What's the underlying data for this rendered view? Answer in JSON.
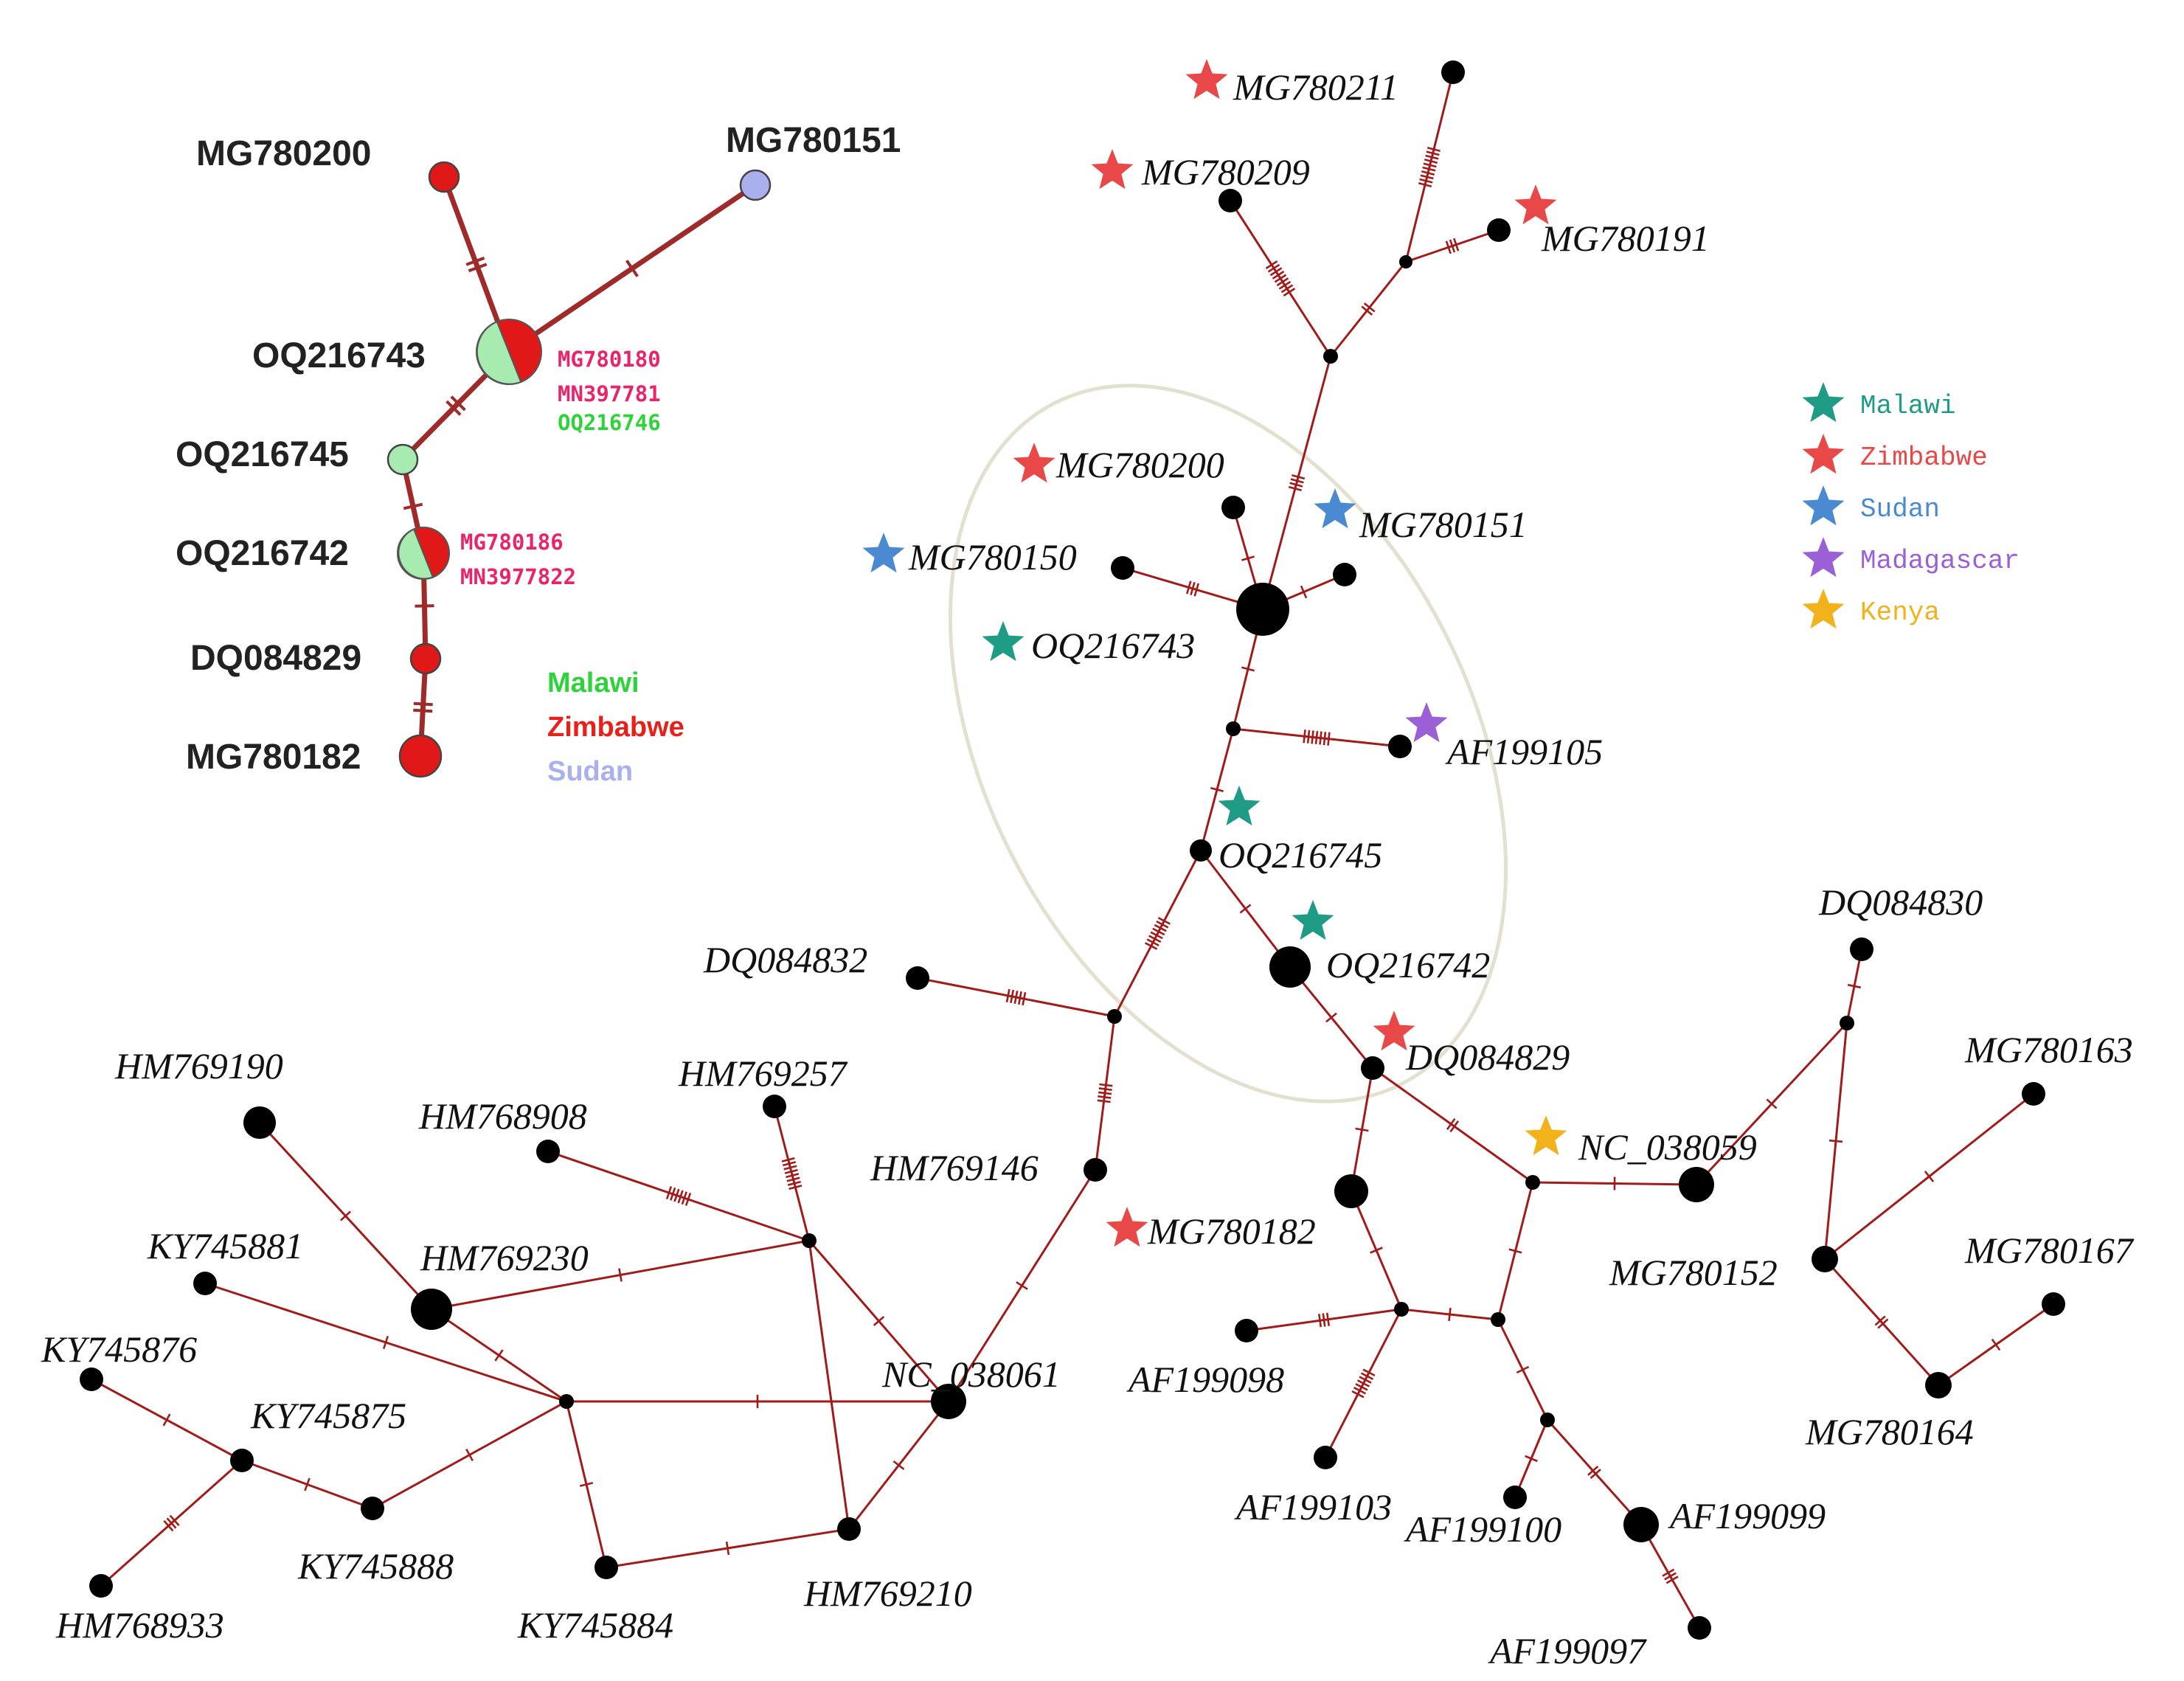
{
  "colors": {
    "edge": "#a11b1b",
    "node": "#000000",
    "inset_edge": "#9e2a2a",
    "inset_red": "#e01818",
    "inset_green": "#a8ebb0",
    "inset_blue": "#aab0ee",
    "ellipse": "#e4e0cf"
  },
  "network": {
    "nodes": [
      {
        "id": "n_mg780211",
        "label": "MG780211",
        "r": 16
      },
      {
        "id": "n_mg780209",
        "label": "MG780209",
        "r": 16
      },
      {
        "id": "n_mg780191",
        "label": "MG780191",
        "r": 16
      },
      {
        "id": "h_top",
        "label": "",
        "r": 9
      },
      {
        "id": "h_upper",
        "label": "",
        "r": 10
      },
      {
        "id": "n_mg780200",
        "label": "MG780200",
        "r": 16
      },
      {
        "id": "n_mg780151",
        "label": "MG780151",
        "r": 16
      },
      {
        "id": "n_mg780150",
        "label": "MG780150",
        "r": 16
      },
      {
        "id": "n_oq216743",
        "label": "OQ216743",
        "r": 36
      },
      {
        "id": "h_mid",
        "label": "",
        "r": 10
      },
      {
        "id": "n_af199105",
        "label": "AF199105",
        "r": 16
      },
      {
        "id": "n_oq216745",
        "label": "OQ216745",
        "r": 15
      },
      {
        "id": "n_oq216742",
        "label": "OQ216742",
        "r": 28
      },
      {
        "id": "n_dq084829",
        "label": "DQ084829",
        "r": 16
      },
      {
        "id": "h_center",
        "label": "",
        "r": 10
      },
      {
        "id": "n_dq084832",
        "label": "DQ084832",
        "r": 16
      },
      {
        "id": "n_hm769146",
        "label": "HM769146",
        "r": 16
      },
      {
        "id": "n_nc038061",
        "label": "NC_038061",
        "r": 24
      },
      {
        "id": "h_hmA",
        "label": "",
        "r": 10
      },
      {
        "id": "n_hm769257",
        "label": "HM769257",
        "r": 16
      },
      {
        "id": "n_hm768908",
        "label": "HM768908",
        "r": 16
      },
      {
        "id": "n_hm769230",
        "label": "HM769230",
        "r": 28
      },
      {
        "id": "n_hm769190",
        "label": "HM769190",
        "r": 22
      },
      {
        "id": "h_left",
        "label": "",
        "r": 10
      },
      {
        "id": "n_ky745881",
        "label": "KY745881",
        "r": 16
      },
      {
        "id": "n_ky745876",
        "label": "KY745876",
        "r": 16
      },
      {
        "id": "n_ky745875",
        "label": "KY745875",
        "r": 16
      },
      {
        "id": "n_ky745888",
        "label": "KY745888",
        "r": 16
      },
      {
        "id": "n_hm768933",
        "label": "HM768933",
        "r": 16
      },
      {
        "id": "n_ky745884",
        "label": "KY745884",
        "r": 16
      },
      {
        "id": "n_hm769210",
        "label": "HM769210",
        "r": 16
      },
      {
        "id": "n_mg780182",
        "label": "MG780182",
        "r": 23
      },
      {
        "id": "h_af1",
        "label": "",
        "r": 10
      },
      {
        "id": "h_af2",
        "label": "",
        "r": 10
      },
      {
        "id": "h_af3",
        "label": "",
        "r": 10
      },
      {
        "id": "n_af199098",
        "label": "AF199098",
        "r": 16
      },
      {
        "id": "n_af199103",
        "label": "AF199103",
        "r": 16
      },
      {
        "id": "n_af199100",
        "label": "AF199100",
        "r": 16
      },
      {
        "id": "n_af199099",
        "label": "AF199099",
        "r": 24
      },
      {
        "id": "n_af199097",
        "label": "AF199097",
        "r": 16
      },
      {
        "id": "h_nc",
        "label": "",
        "r": 10
      },
      {
        "id": "n_nc038059",
        "label": "NC_038059",
        "r": 24
      },
      {
        "id": "h_r1",
        "label": "",
        "r": 10
      },
      {
        "id": "n_dq084830",
        "label": "DQ084830",
        "r": 16
      },
      {
        "id": "n_mg780152",
        "label": "MG780152",
        "r": 18
      },
      {
        "id": "n_mg780163",
        "label": "MG780163",
        "r": 16
      },
      {
        "id": "n_mg780164",
        "label": "MG780164",
        "r": 18
      },
      {
        "id": "n_mg780167",
        "label": "MG780167",
        "r": 16
      }
    ],
    "edges": [
      {
        "from": "n_mg780211",
        "to": "h_top",
        "mutations": 10
      },
      {
        "from": "n_mg780191",
        "to": "h_top",
        "mutations": 3
      },
      {
        "from": "h_top",
        "to": "h_upper",
        "mutations": 2
      },
      {
        "from": "n_mg780209",
        "to": "h_upper",
        "mutations": 9
      },
      {
        "from": "h_upper",
        "to": "n_oq216743",
        "mutations": 4
      },
      {
        "from": "n_mg780200",
        "to": "n_oq216743",
        "mutations": 1
      },
      {
        "from": "n_mg780151",
        "to": "n_oq216743",
        "mutations": 1
      },
      {
        "from": "n_mg780150",
        "to": "n_oq216743",
        "mutations": 3
      },
      {
        "from": "n_oq216743",
        "to": "h_mid",
        "mutations": 1
      },
      {
        "from": "h_mid",
        "to": "n_af199105",
        "mutations": 7
      },
      {
        "from": "h_mid",
        "to": "n_oq216745",
        "mutations": 1
      },
      {
        "from": "n_oq216745",
        "to": "n_oq216742",
        "mutations": 1
      },
      {
        "from": "n_oq216742",
        "to": "n_dq084829",
        "mutations": 1
      },
      {
        "from": "n_oq216745",
        "to": "h_center",
        "mutations": 8
      },
      {
        "from": "n_dq084832",
        "to": "h_center",
        "mutations": 5
      },
      {
        "from": "h_center",
        "to": "n_hm769146",
        "mutations": 5
      },
      {
        "from": "n_hm769146",
        "to": "n_nc038061",
        "mutations": 1
      },
      {
        "from": "n_nc038061",
        "to": "h_left",
        "mutations": 1
      },
      {
        "from": "n_nc038061",
        "to": "h_hmA",
        "mutations": 1
      },
      {
        "from": "n_nc038061",
        "to": "n_hm769210",
        "mutations": 1
      },
      {
        "from": "n_hm769257",
        "to": "h_hmA",
        "mutations": 8
      },
      {
        "from": "n_hm768908",
        "to": "h_hmA",
        "mutations": 6
      },
      {
        "from": "n_hm769230",
        "to": "h_hmA",
        "mutations": 1
      },
      {
        "from": "h_hmA",
        "to": "n_hm769210",
        "mutations": 0
      },
      {
        "from": "n_hm769190",
        "to": "n_hm769230",
        "mutations": 1
      },
      {
        "from": "n_hm769230",
        "to": "h_left",
        "mutations": 1
      },
      {
        "from": "n_ky745881",
        "to": "h_left",
        "mutations": 1
      },
      {
        "from": "h_left",
        "to": "n_ky745888",
        "mutations": 1
      },
      {
        "from": "h_left",
        "to": "n_ky745884",
        "mutations": 1
      },
      {
        "from": "n_ky745884",
        "to": "n_hm769210",
        "mutations": 1
      },
      {
        "from": "n_ky745876",
        "to": "n_ky745875",
        "mutations": 1
      },
      {
        "from": "n_ky745875",
        "to": "n_ky745888",
        "mutations": 1
      },
      {
        "from": "n_ky745875",
        "to": "n_hm768933",
        "mutations": 3
      },
      {
        "from": "n_dq084829",
        "to": "n_mg780182",
        "mutations": 1
      },
      {
        "from": "n_dq084829",
        "to": "h_nc",
        "mutations": 2
      },
      {
        "from": "n_mg780182",
        "to": "h_af1",
        "mutations": 1
      },
      {
        "from": "n_af199098",
        "to": "h_af1",
        "mutations": 3
      },
      {
        "from": "h_af1",
        "to": "n_af199103",
        "mutations": 7
      },
      {
        "from": "h_af1",
        "to": "h_af2",
        "mutations": 1
      },
      {
        "from": "h_af2",
        "to": "h_nc",
        "mutations": 1
      },
      {
        "from": "h_af2",
        "to": "h_af3",
        "mutations": 1
      },
      {
        "from": "h_af3",
        "to": "n_af199100",
        "mutations": 1
      },
      {
        "from": "h_af3",
        "to": "n_af199099",
        "mutations": 2
      },
      {
        "from": "n_af199099",
        "to": "n_af199097",
        "mutations": 3
      },
      {
        "from": "h_nc",
        "to": "n_nc038059",
        "mutations": 1
      },
      {
        "from": "n_nc038059",
        "to": "h_r1",
        "mutations": 1
      },
      {
        "from": "n_dq084830",
        "to": "h_r1",
        "mutations": 1
      },
      {
        "from": "h_r1",
        "to": "n_mg780152",
        "mutations": 1
      },
      {
        "from": "n_mg780152",
        "to": "n_mg780163",
        "mutations": 1
      },
      {
        "from": "n_mg780152",
        "to": "n_mg780164",
        "mutations": 2
      },
      {
        "from": "n_mg780164",
        "to": "n_mg780167",
        "mutations": 1
      }
    ],
    "stars": [
      {
        "node": "n_mg780211",
        "country": "Zimbabwe"
      },
      {
        "node": "n_mg780209",
        "country": "Zimbabwe"
      },
      {
        "node": "n_mg780191",
        "country": "Zimbabwe"
      },
      {
        "node": "n_mg780200",
        "country": "Zimbabwe"
      },
      {
        "node": "n_mg780151",
        "country": "Sudan"
      },
      {
        "node": "n_mg780150",
        "country": "Sudan"
      },
      {
        "node": "n_oq216743",
        "country": "Malawi"
      },
      {
        "node": "n_af199105",
        "country": "Madagascar"
      },
      {
        "node": "n_oq216745",
        "country": "Malawi"
      },
      {
        "node": "n_oq216742",
        "country": "Malawi"
      },
      {
        "node": "n_dq084829",
        "country": "Zimbabwe"
      },
      {
        "node": "n_nc038059",
        "country": "Kenya"
      },
      {
        "node": "n_mg780182",
        "country": "Zimbabwe"
      }
    ]
  },
  "legend": {
    "items": [
      {
        "label": "Malawi",
        "color": "#1f9c85"
      },
      {
        "label": "Zimbabwe",
        "color": "#e84848"
      },
      {
        "label": "Sudan",
        "color": "#4a8ad0"
      },
      {
        "label": "Madagascar",
        "color": "#9b5fd6"
      },
      {
        "label": "Kenya",
        "color": "#f2b21c"
      }
    ]
  },
  "inset": {
    "nodes": [
      {
        "id": "i_mg780200",
        "label": "MG780200",
        "color": "#e01818"
      },
      {
        "id": "i_mg780151",
        "label": "MG780151",
        "color": "#aab0ee"
      },
      {
        "id": "i_oq216743",
        "label": "OQ216743",
        "pie": [
          "#e01818",
          "#a8ebb0"
        ]
      },
      {
        "id": "i_oq216745",
        "label": "OQ216745",
        "color": "#a8ebb0"
      },
      {
        "id": "i_oq216742",
        "label": "OQ216742",
        "pie": [
          "#e01818",
          "#a8ebb0"
        ]
      },
      {
        "id": "i_dq084829",
        "label": "DQ084829",
        "color": "#e01818"
      },
      {
        "id": "i_mg780182",
        "label": "MG780182",
        "color": "#e01818"
      }
    ],
    "edges": [
      {
        "from": "i_mg780200",
        "to": "i_oq216743",
        "mutations": 2
      },
      {
        "from": "i_mg780151",
        "to": "i_oq216743",
        "mutations": 1
      },
      {
        "from": "i_oq216743",
        "to": "i_oq216745",
        "mutations": 2
      },
      {
        "from": "i_oq216745",
        "to": "i_oq216742",
        "mutations": 1
      },
      {
        "from": "i_oq216742",
        "to": "i_dq084829",
        "mutations": 1
      },
      {
        "from": "i_dq084829",
        "to": "i_mg780182",
        "mutations": 2
      }
    ],
    "sublabels": [
      {
        "text": "MG780180",
        "color": "#e8246a"
      },
      {
        "text": "MN397781",
        "color": "#e8246a"
      },
      {
        "text": "OQ216746",
        "color": "#2ed33a"
      },
      {
        "text": "MG780186",
        "color": "#e8246a"
      },
      {
        "text": "MN3977822",
        "color": "#e8246a"
      }
    ],
    "legend": [
      {
        "label": "Malawi",
        "color": "#2ed33a"
      },
      {
        "label": "Zimbabwe",
        "color": "#e8201a"
      },
      {
        "label": "Sudan",
        "color": "#a8b0ee"
      }
    ]
  }
}
